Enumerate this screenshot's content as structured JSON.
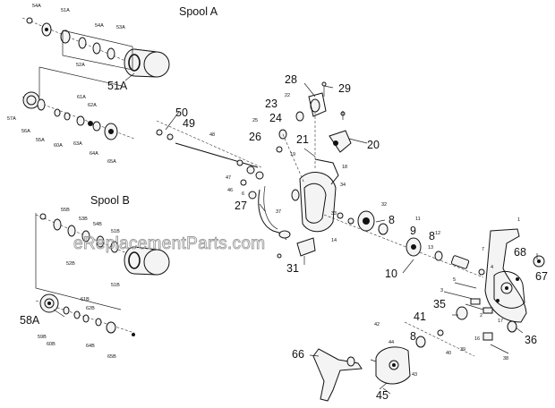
{
  "titles": {
    "spool_a": "Spool A",
    "spool_b": "Spool B"
  },
  "watermark": "eReplacementParts.com",
  "labels_big": [
    "51A",
    "50",
    "49",
    "28",
    "29",
    "23",
    "24",
    "26",
    "21",
    "20",
    "27",
    "8",
    "9",
    "8",
    "10",
    "68",
    "67",
    "35",
    "41",
    "8",
    "36",
    "66",
    "45",
    "31",
    "58A"
  ],
  "labels_small": [
    "54A",
    "51A",
    "53A",
    "54A",
    "52A",
    "57A",
    "61A",
    "62A",
    "56A",
    "55A",
    "60A",
    "63A",
    "64A",
    "65A",
    "55B",
    "53B",
    "54B",
    "51B",
    "52B",
    "51B",
    "61B",
    "62B",
    "59B",
    "60B",
    "64B",
    "65B",
    "22",
    "25",
    "19",
    "18",
    "48",
    "47",
    "46",
    "6",
    "37",
    "34",
    "33",
    "32",
    "11",
    "12",
    "13",
    "14",
    "1",
    "2",
    "3",
    "4",
    "5",
    "7",
    "16",
    "17",
    "42",
    "44",
    "43",
    "40",
    "39",
    "38"
  ]
}
